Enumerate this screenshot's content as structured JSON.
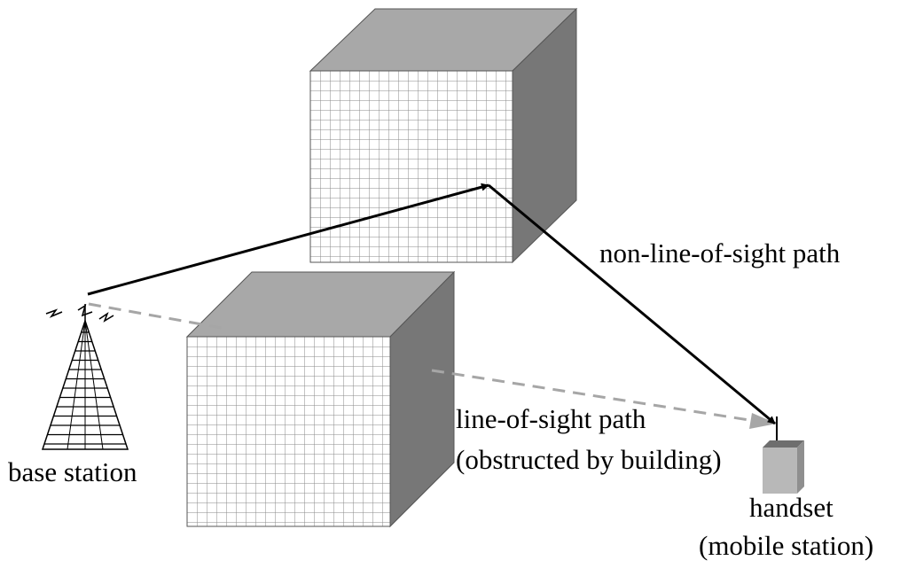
{
  "labels": {
    "nlos_path": "non-line-of-sight path",
    "los_path_line1": "line-of-sight path",
    "los_path_line2": "(obstructed by building)",
    "base_station": "base station",
    "handset_line1": "handset",
    "handset_line2": "(mobile station)"
  },
  "colors": {
    "cube_top": "#a8a8a8",
    "cube_side": "#777777",
    "cube_front": "#ffffff",
    "grid": "#8a8a8a",
    "nlos_arrow": "#000000",
    "los_arrow": "#a6a6a6",
    "handset_front": "#b8b8b8",
    "handset_side": "#8f8f8f",
    "handset_top": "#6e6e6e"
  },
  "icons": {
    "tower": "radio-tower-icon",
    "handset": "mobile-handset-icon",
    "signal": "signal-zigzag-icon"
  }
}
